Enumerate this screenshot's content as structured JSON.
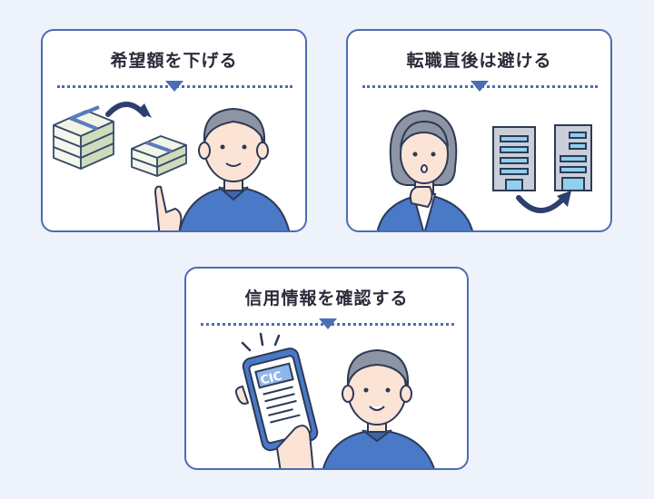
{
  "cards": [
    {
      "title": "希望額を下げる"
    },
    {
      "title": "転職直後は避ける"
    },
    {
      "title": "信用情報を確認する"
    }
  ],
  "phone": {
    "badge": "CIC"
  },
  "colors": {
    "accent": "#4a6db3",
    "background": "#eef2fb",
    "shirt": "#4a79c8",
    "hair": "#8d94a3"
  }
}
